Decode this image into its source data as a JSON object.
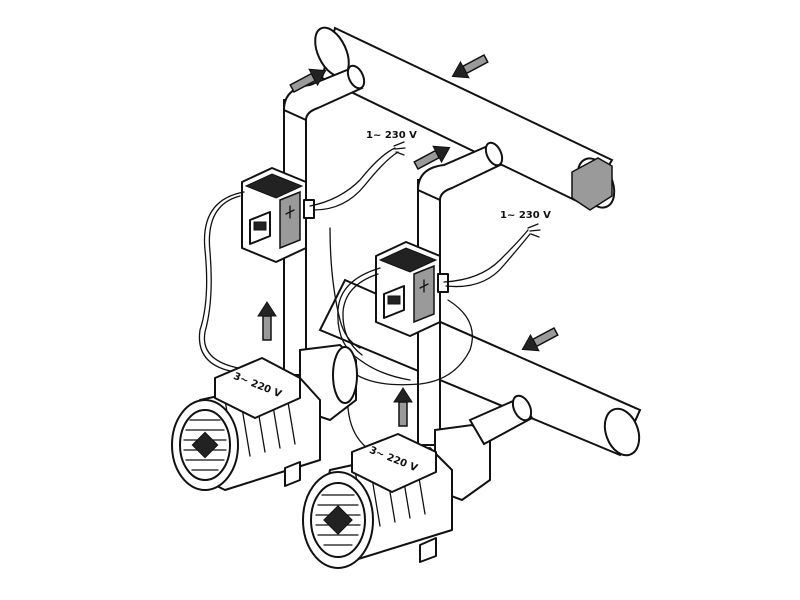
{
  "diagram": {
    "supply_label_1": "1~ 230 V",
    "supply_label_2": "1~ 230 V",
    "pump_plate_1": "3~ 220 V",
    "pump_plate_2": "3~ 220 V"
  }
}
